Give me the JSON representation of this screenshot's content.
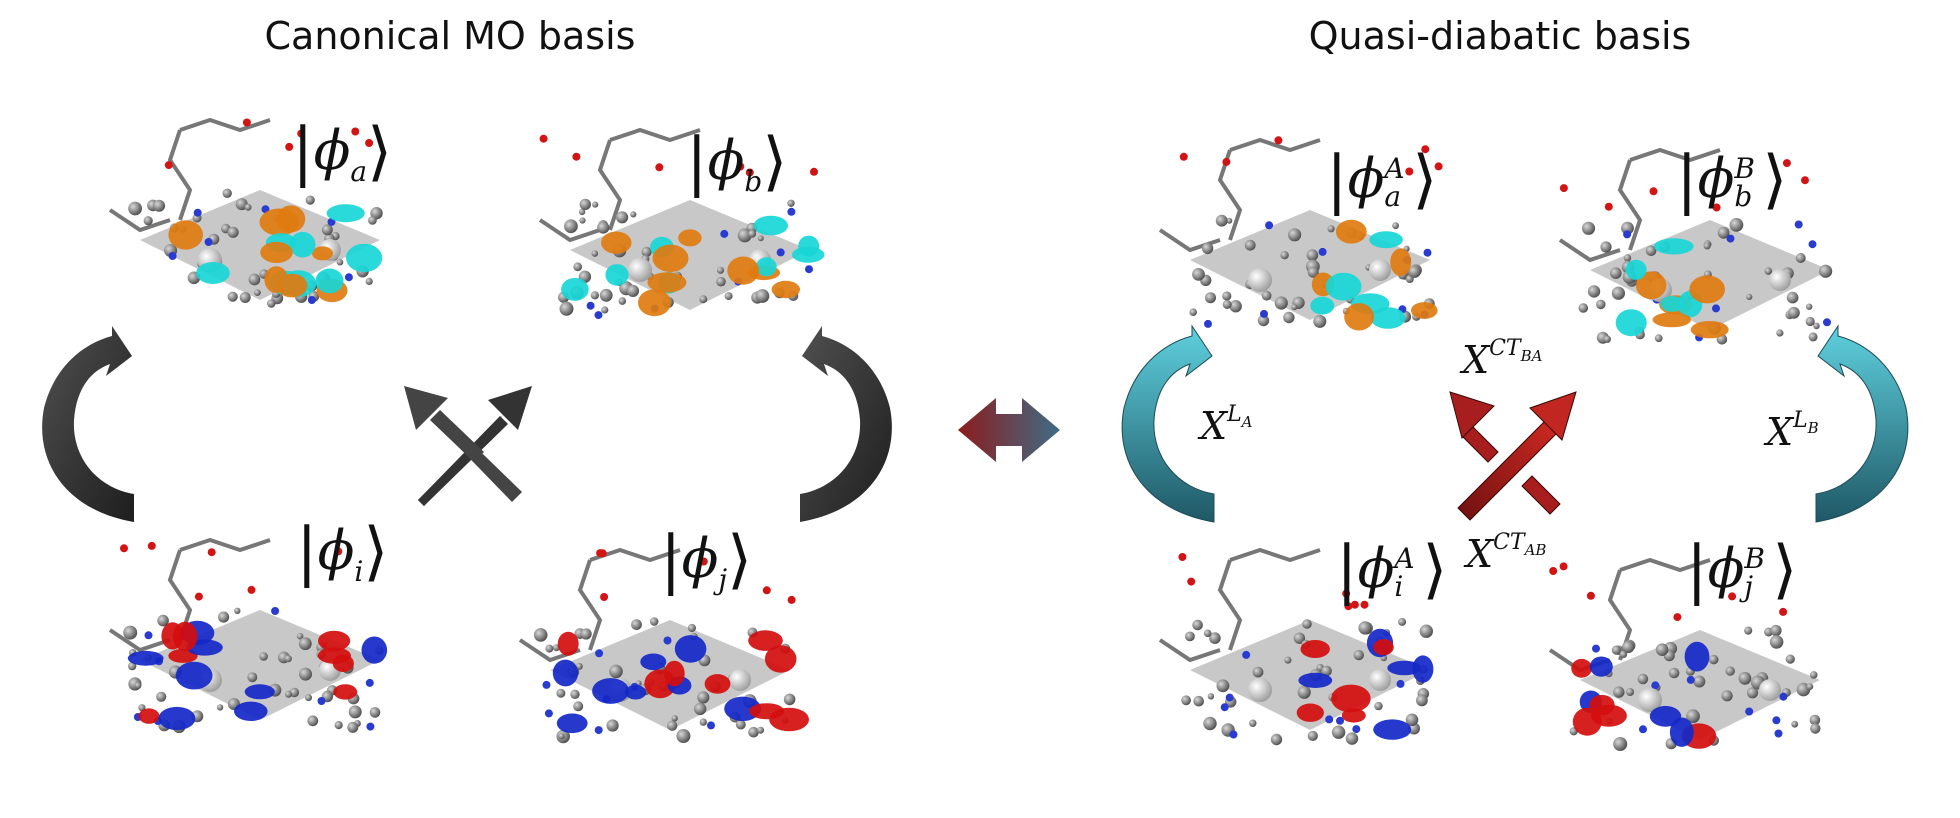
{
  "titles": {
    "left": "Canonical MO basis",
    "right": "Quasi-diabatic basis"
  },
  "kets": {
    "phi_a": {
      "symbol": "ϕ",
      "sub": "a",
      "sup": ""
    },
    "phi_b": {
      "symbol": "ϕ",
      "sub": "b",
      "sup": ""
    },
    "phi_i": {
      "symbol": "ϕ",
      "sub": "i",
      "sup": ""
    },
    "phi_j": {
      "symbol": "ϕ",
      "sub": "j",
      "sup": ""
    },
    "phi_aA": {
      "symbol": "ϕ",
      "sub": "a",
      "sup": "A"
    },
    "phi_bB": {
      "symbol": "ϕ",
      "sub": "b",
      "sup": "B"
    },
    "phi_iA": {
      "symbol": "ϕ",
      "sub": "i",
      "sup": "A"
    },
    "phi_jB": {
      "symbol": "ϕ",
      "sub": "j",
      "sup": "B"
    }
  },
  "coefficients": {
    "LA": {
      "base": "X",
      "sup": "L",
      "subsup": "A"
    },
    "LB": {
      "base": "X",
      "sup": "L",
      "subsup": "B"
    },
    "CTBA": {
      "base": "X",
      "sup": "CT",
      "subsup": "BA"
    },
    "CTAB": {
      "base": "X",
      "sup": "CT",
      "subsup": "AB"
    }
  },
  "colors": {
    "dark_arrow": "#2b2b2b",
    "teal_arrow": "#3a8a9c",
    "red_arrow": "#9a1b1b",
    "orbital_orange": "#e07b10",
    "orbital_cyan": "#18d6d6",
    "orbital_red": "#d40e0e",
    "orbital_blue": "#1428c8",
    "atom_gray": "#6b6b6b"
  },
  "icons": {
    "molecules": "molecule-orbital-icon",
    "double_arrow": "double-arrow-icon",
    "cycle_arrow": "curved-arrow-icon",
    "cross_arrow": "crossed-arrows-icon"
  }
}
